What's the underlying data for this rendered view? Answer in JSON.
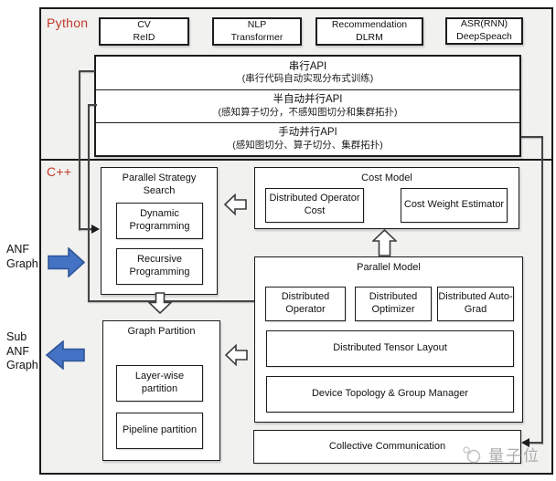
{
  "python_section": {
    "label": "Python",
    "app_boxes": [
      {
        "line1": "CV",
        "line2": "ReID"
      },
      {
        "line1": "NLP",
        "line2": "Transformer"
      },
      {
        "line1": "Recommendation",
        "line2": "DLRM"
      },
      {
        "line1": "ASR(RNN)",
        "line2": "DeepSpeach"
      }
    ],
    "api_rows": [
      {
        "title": "串行API",
        "desc": "(串行代码自动实现分布式训练)"
      },
      {
        "title": "半自动并行API",
        "desc": "(感知算子切分，不感知图切分和集群拓扑)"
      },
      {
        "title": "手动并行API",
        "desc": "(感知图切分、算子切分、集群拓扑)"
      }
    ]
  },
  "cpp_section": {
    "label": "C++",
    "parallel_strategy_search": {
      "title": "Parallel Strategy Search",
      "items": [
        {
          "label": "Dynamic Programming"
        },
        {
          "label": "Recursive Programming"
        }
      ]
    },
    "cost_model": {
      "title": "Cost Model",
      "items": [
        {
          "label": "Distributed Operator Cost"
        },
        {
          "label": "Cost Weight Estimator"
        }
      ]
    },
    "parallel_model": {
      "title": "Parallel Model",
      "items": [
        {
          "label": "Distributed Operator"
        },
        {
          "label": "Distributed Optimizer"
        },
        {
          "label": "Distributed Auto-Grad"
        }
      ],
      "wide_items": [
        {
          "label": "Distributed Tensor Layout"
        },
        {
          "label": "Device Topology & Group Manager"
        }
      ]
    },
    "graph_partition": {
      "title": "Graph Partition",
      "items": [
        {
          "label": "Layer-wise partition"
        },
        {
          "label": "Pipeline partition"
        }
      ]
    },
    "collective_communication": {
      "label": "Collective Communication"
    }
  },
  "side_labels": {
    "anf_graph": {
      "line1": "ANF",
      "line2": "Graph"
    },
    "sub_anf_graph": {
      "line1": "Sub",
      "line2": "ANF",
      "line3": "Graph"
    }
  },
  "watermark": {
    "text": "量子位"
  },
  "colors": {
    "accent_red": "#c0392b",
    "arrow_blue": "#4472c4",
    "arrow_blue_border": "#2f5597",
    "frame_bg": "#f1f1ef"
  }
}
